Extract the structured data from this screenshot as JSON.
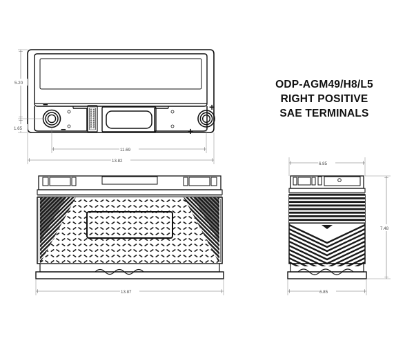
{
  "drawing": {
    "background_color": "#ffffff",
    "line_color": "#111111",
    "dimension_color": "#6d6d6d"
  },
  "title_block": {
    "line1": "ODP-AGM49/H8/L5",
    "line2": "RIGHT POSITIVE",
    "line3": "SAE TERMINALS"
  },
  "views": {
    "top": {
      "name": "top-view",
      "terminals": {
        "negative_label": "−",
        "positive_label": "+"
      }
    },
    "front": {
      "name": "front-view"
    },
    "side": {
      "name": "side-view"
    }
  },
  "dimensions": {
    "top_view_height_overall": "5.20",
    "top_view_height_terminal": "1.65",
    "top_view_width_inner": "11.69",
    "top_view_width_overall": "13.82",
    "front_view_width": "13.87",
    "side_view_width_top": "6.85",
    "side_view_height": "7.48",
    "side_view_width_bottom": "6.85"
  }
}
